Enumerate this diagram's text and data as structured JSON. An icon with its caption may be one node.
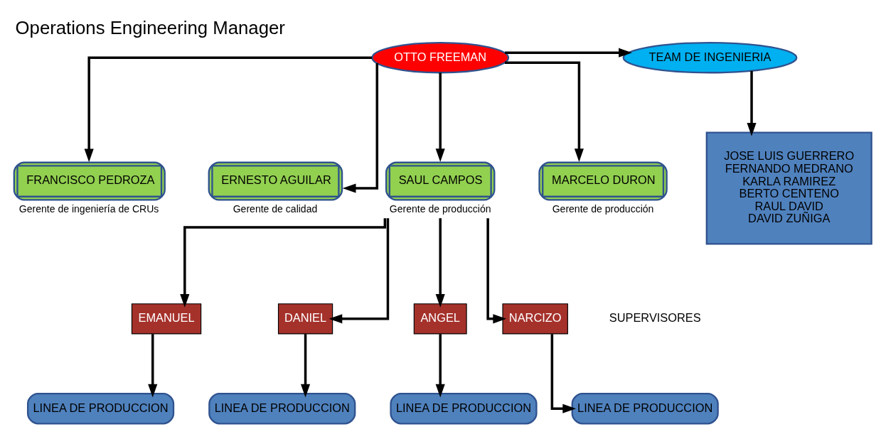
{
  "diagram": {
    "title": "Operations Engineering Manager",
    "nodes": [
      {
        "text": [
          "OTTO FREEMAN"
        ]
      },
      {
        "text": [
          "TEAM DE INGENIERIA"
        ]
      },
      {
        "text": [
          "JOSE LUIS GUERRERO",
          "FERNANDO MEDRANO",
          "KARLA RAMIREZ",
          "BERTO CENTENO",
          "RAUL DAVID",
          "DAVID ZUÑIGA"
        ]
      },
      {
        "text": [
          "FRANCISCO PEDROZA"
        ],
        "beside": [
          "Gerente de ingeniería de CRUs"
        ]
      },
      {
        "text": [
          "ERNESTO AGUILAR"
        ],
        "beside": [
          "Gerente de calidad"
        ]
      },
      {
        "text": [
          "SAUL CAMPOS"
        ],
        "beside": [
          "Gerente de producción"
        ]
      },
      {
        "text": [
          "MARCELO DURON"
        ],
        "beside": [
          "Gerente de producción"
        ]
      },
      {
        "text": [
          "EMANUEL"
        ]
      },
      {
        "text": [
          "DANIEL"
        ]
      },
      {
        "text": [
          "ANGEL"
        ]
      },
      {
        "text": [
          "NARCIZO"
        ]
      },
      {
        "text": [
          "LINEA DE PRODUCCION"
        ]
      },
      {
        "text": [
          "LINEA DE PRODUCCION"
        ]
      },
      {
        "text": [
          "LINEA DE PRODUCCION"
        ]
      },
      {
        "text": [
          "LINEA DE PRODUCCION"
        ]
      }
    ],
    "edges": [
      {
        "from": 0,
        "to": 1,
        "arrow": "to"
      },
      {
        "from": 1,
        "to": 2,
        "arrow": "to"
      },
      {
        "from": 0,
        "to": 3,
        "arrow": "to"
      },
      {
        "from": 0,
        "to": 4,
        "arrow": "to"
      },
      {
        "from": 0,
        "to": 5,
        "arrow": "to"
      },
      {
        "from": 0,
        "to": 6,
        "arrow": "to"
      },
      {
        "from": 5,
        "to": 7,
        "arrow": "to"
      },
      {
        "from": 5,
        "to": 8,
        "arrow": "to"
      },
      {
        "from": 5,
        "to": 9,
        "arrow": "to"
      },
      {
        "from": 5,
        "to": 10,
        "arrow": "to"
      },
      {
        "from": 7,
        "to": 11,
        "arrow": "to"
      },
      {
        "from": 8,
        "to": 12,
        "arrow": "to"
      },
      {
        "from": 9,
        "to": 13,
        "arrow": "to"
      },
      {
        "from": 10,
        "to": 14,
        "arrow": "to"
      }
    ],
    "labels": [
      "SUPERVISORES"
    ]
  }
}
